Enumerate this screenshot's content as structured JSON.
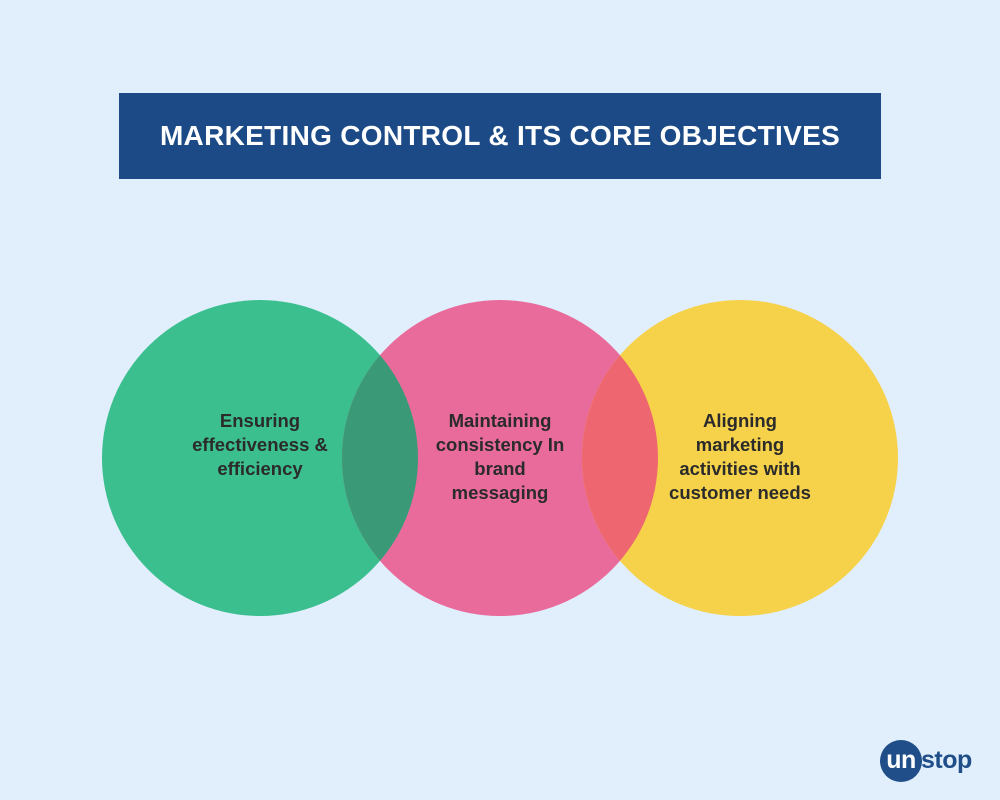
{
  "title": "MARKETING CONTROL & ITS CORE OBJECTIVES",
  "circles": [
    {
      "label": "Ensuring\neffectiveness &\nefficiency",
      "color": "#3bbf8f"
    },
    {
      "label": "Maintaining\nconsistency In\nbrand\nmessaging",
      "color": "#e96b9b"
    },
    {
      "label": "Aligning\nmarketing\nactivities with\ncustomer needs",
      "color": "#f6d24a"
    }
  ],
  "overlaps": [
    {
      "color": "#3a9a78"
    },
    {
      "color": "#ee6670"
    }
  ],
  "brand": {
    "badge_text": "un",
    "rest_text": "stop"
  },
  "colors": {
    "background": "#e1eefc",
    "banner": "#1c4a86",
    "brand_badge": "#1f4e89",
    "brand_text": "#1f4e89"
  }
}
